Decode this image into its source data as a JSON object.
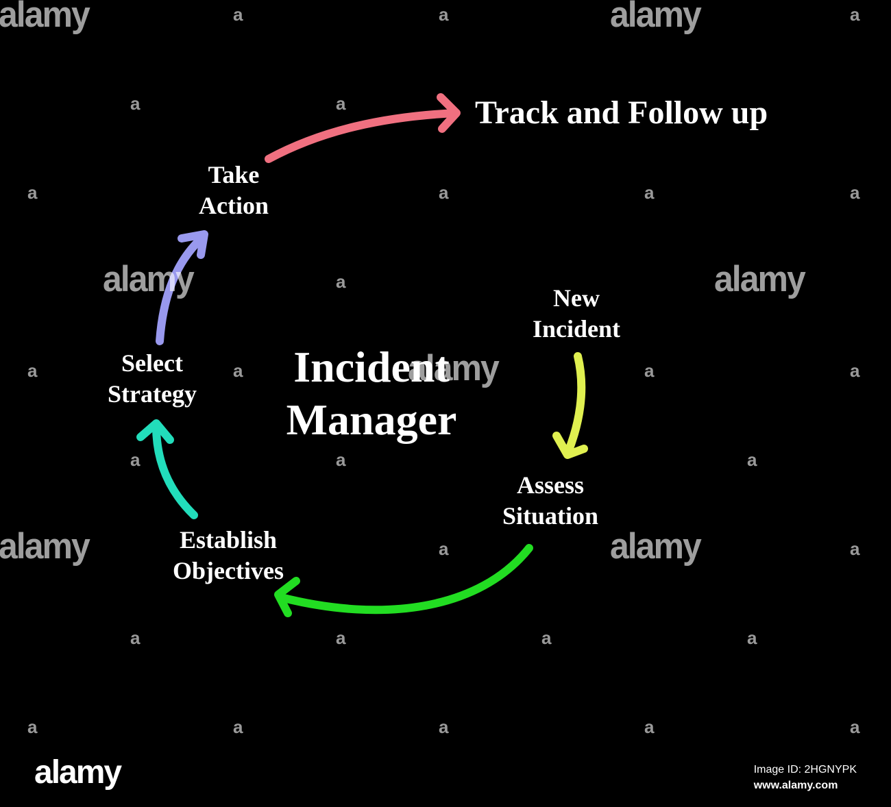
{
  "title": {
    "line1": "Incident",
    "line2": "Manager"
  },
  "output": {
    "label": "Track and Follow up"
  },
  "steps": [
    {
      "line1": "New",
      "line2": "Incident"
    },
    {
      "line1": "Assess",
      "line2": "Situation"
    },
    {
      "line1": "Establish",
      "line2": "Objectives"
    },
    {
      "line1": "Select",
      "line2": "Strategy"
    },
    {
      "line1": "Take",
      "line2": "Action"
    }
  ],
  "arrows": [
    {
      "name": "arrow-new-to-assess",
      "color": "#e0f050"
    },
    {
      "name": "arrow-assess-to-establish",
      "color": "#22dd22"
    },
    {
      "name": "arrow-establish-to-select",
      "color": "#22ddbb"
    },
    {
      "name": "arrow-select-to-take",
      "color": "#9999ee"
    },
    {
      "name": "arrow-take-to-track",
      "color": "#f07080"
    }
  ],
  "watermark": {
    "brand": "alamy",
    "mark": "a",
    "image_id": "Image ID: 2HGNYPK",
    "site": "www.alamy.com"
  }
}
